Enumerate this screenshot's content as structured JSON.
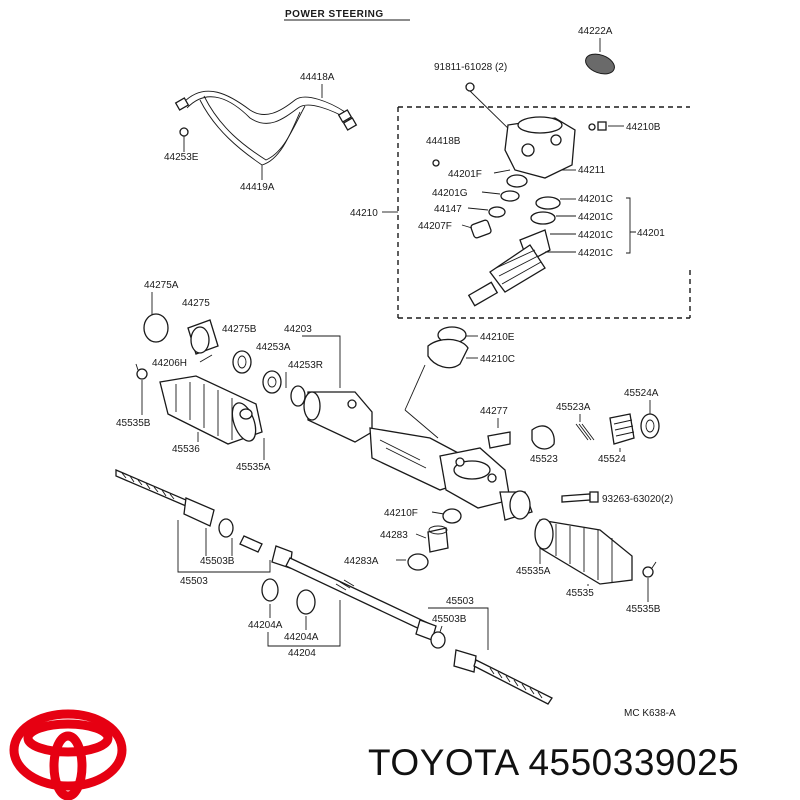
{
  "diagram": {
    "title": "POWER STEERING",
    "catalog_code": "MC  K638-A"
  },
  "labels": {
    "l44222a": "44222A",
    "l91811": "91811-61028 (2)",
    "l44418a": "44418A",
    "l44253e": "44253E",
    "l44419a": "44419A",
    "l44418b": "44418B",
    "l44210b": "44210B",
    "l44201f": "44201F",
    "l44211": "44211",
    "l44201g": "44201G",
    "l44147": "44147",
    "l44207f": "44207F",
    "l44210": "44210",
    "l44201c1": "44201C",
    "l44201c2": "44201C",
    "l44201c3": "44201C",
    "l44201c4": "44201C",
    "l44201": "44201",
    "l44275a": "44275A",
    "l44275": "44275",
    "l44275b": "44275B",
    "l44203": "44203",
    "l44253a": "44253A",
    "l44206h": "44206H",
    "l44253r": "44253R",
    "l44210e": "44210E",
    "l44210c": "44210C",
    "l45535b_left": "45535B",
    "l45536": "45536",
    "l45535a_left": "45535A",
    "l44277": "44277",
    "l45523a": "45523A",
    "l45524a": "45524A",
    "l45523": "45523",
    "l45524": "45524",
    "l93263": "93263-63020(2)",
    "l44210f": "44210F",
    "l44283": "44283",
    "l44283a": "44283A",
    "l45503b_left": "45503B",
    "l45503_left": "45503",
    "l45535a_right": "45535A",
    "l45535": "45535",
    "l45535b_right": "45535B",
    "l44204a1": "44204A",
    "l44204a2": "44204A",
    "l44204": "44204",
    "l45503_right": "45503",
    "l45503b_right": "45503B"
  },
  "brand": {
    "caption": "TOYOTA 4550339025",
    "logo_icon": "toyota-logo-icon",
    "logo_color": "#e60012"
  }
}
